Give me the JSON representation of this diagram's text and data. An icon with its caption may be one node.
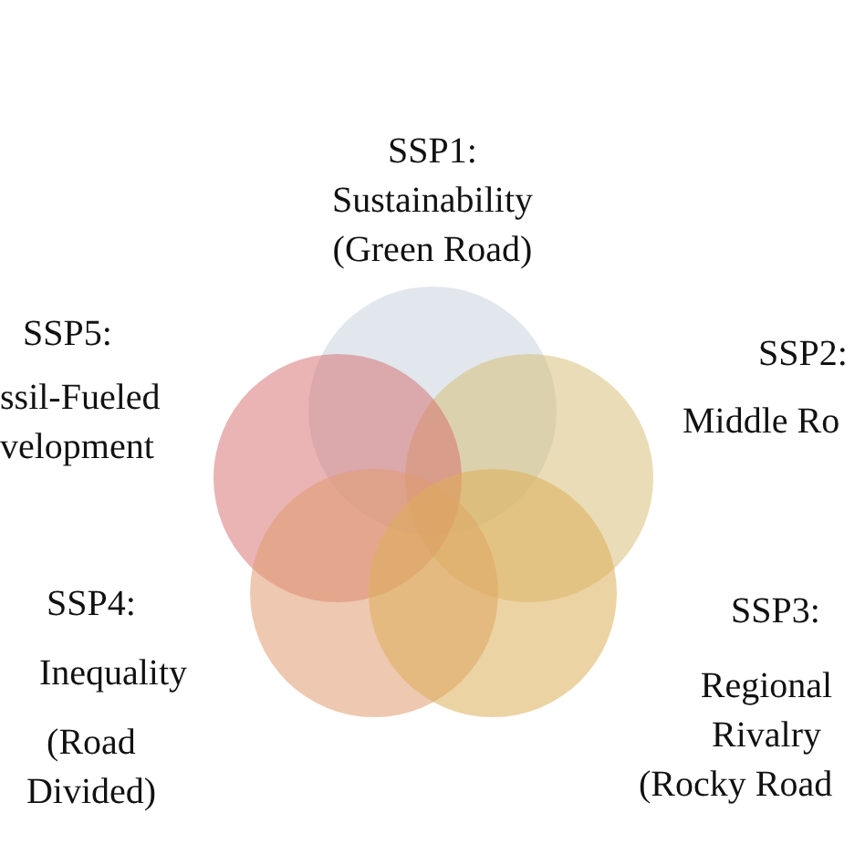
{
  "diagram": {
    "labels": [
      "SSP1:",
      "Sustainability",
      "(Green Road)",
      "SSP5:",
      "ssil-Fueled",
      "velopment",
      "SSP2:",
      "Middle Ro",
      "SSP4:",
      "Inequality",
      "(Road Divided)",
      "SSP3:",
      "Regional Rivalry",
      "(Rocky Road"
    ]
  }
}
